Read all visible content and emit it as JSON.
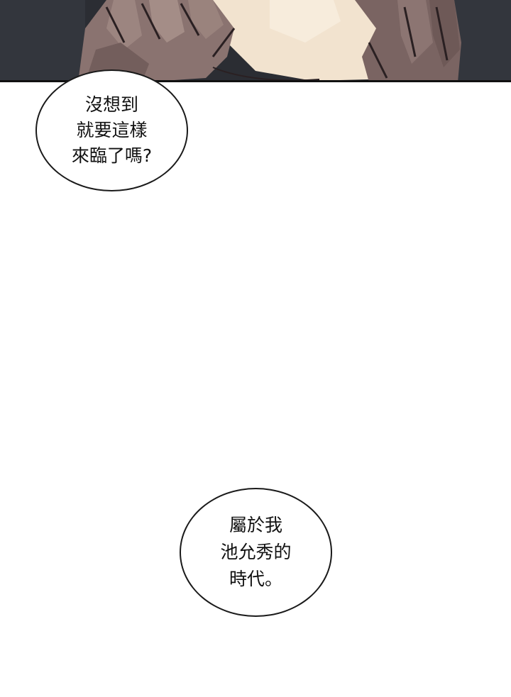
{
  "panel": {
    "image_subject": "close-up of hands pressed to a face, dark comic panel"
  },
  "bubbles": [
    {
      "lines": [
        "沒想到",
        "就要這樣",
        "來臨了嗎?"
      ]
    },
    {
      "lines": [
        "屬於我",
        "池允秀的",
        "時代。"
      ]
    }
  ]
}
